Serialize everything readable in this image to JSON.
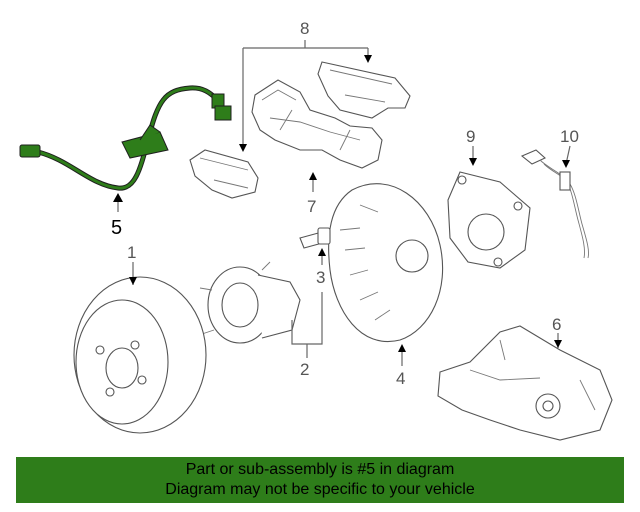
{
  "callouts": {
    "c1": "1",
    "c2": "2",
    "c3": "3",
    "c4": "4",
    "c5": "5",
    "c6": "6",
    "c7": "7",
    "c8": "8",
    "c9": "9",
    "c10": "10"
  },
  "highlight_part": "5",
  "colors": {
    "highlight": "#2e7d1a",
    "banner": "#2e7d1a",
    "line": "#555555"
  },
  "banner": {
    "line1": "Part or sub-assembly is #5 in diagram",
    "line2": "Diagram may not be specific to your vehicle"
  }
}
